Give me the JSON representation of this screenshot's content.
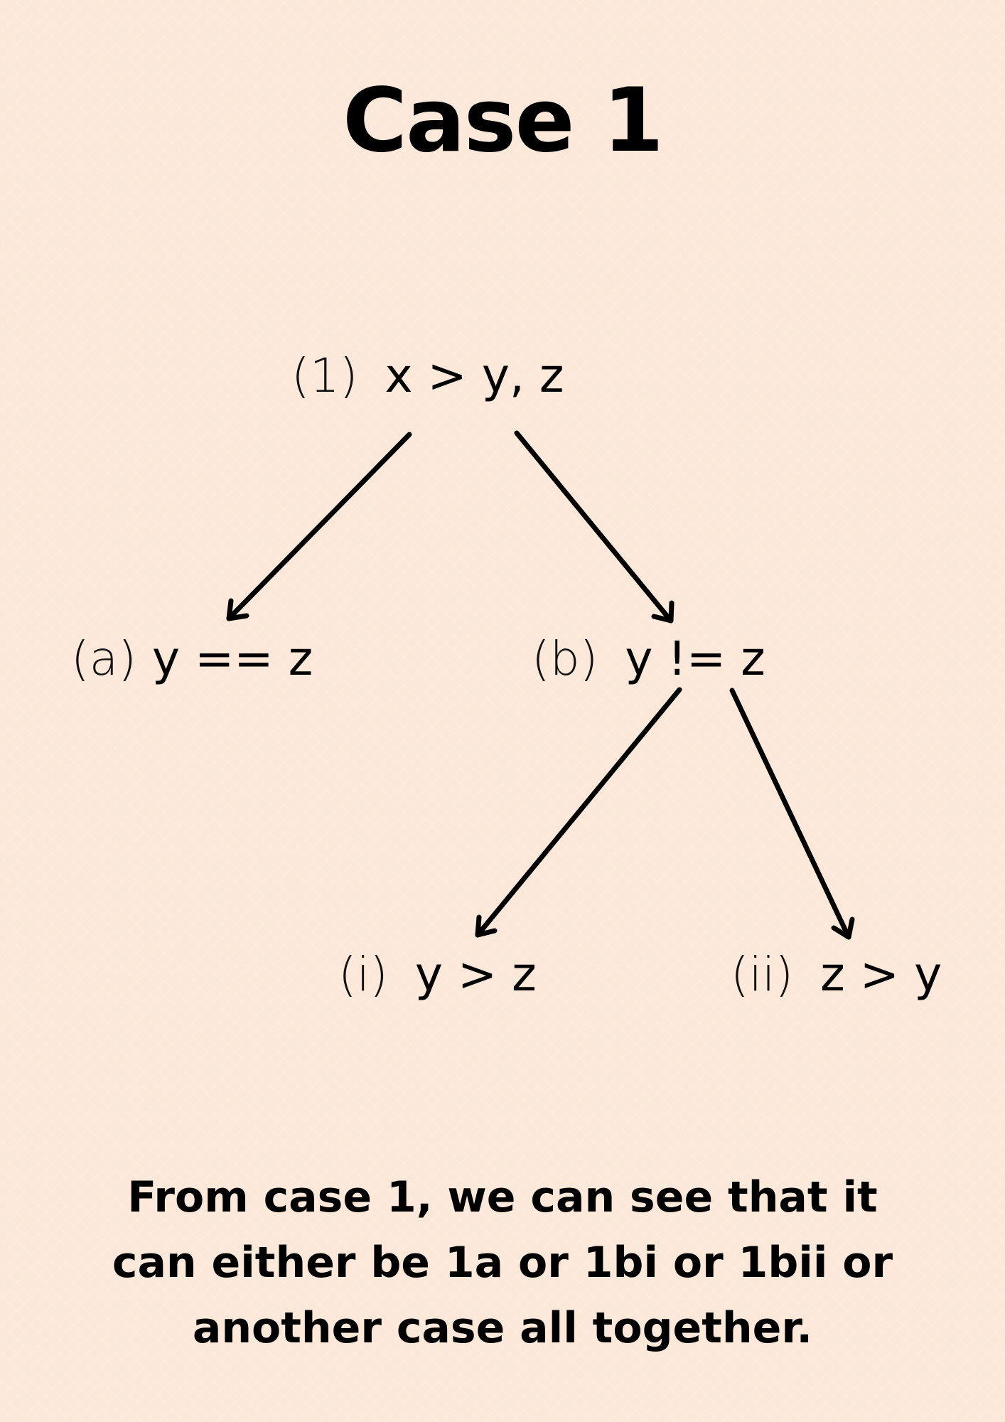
{
  "title": "Case 1",
  "nodes": {
    "root": {
      "label": "(1)",
      "expr": "x > y, z"
    },
    "a": {
      "label": "(a)",
      "expr": "y == z"
    },
    "b": {
      "label": "(b)",
      "expr": "y != z"
    },
    "bi": {
      "label": "(i)",
      "expr": "y > z"
    },
    "bii": {
      "label": "(ii)",
      "expr": "z > y"
    }
  },
  "conclusion": "From case 1, we can see that it can either be 1a or 1bi or 1bii or another case all together.",
  "colors": {
    "background": "#fbe8d8",
    "ink": "#000000"
  }
}
